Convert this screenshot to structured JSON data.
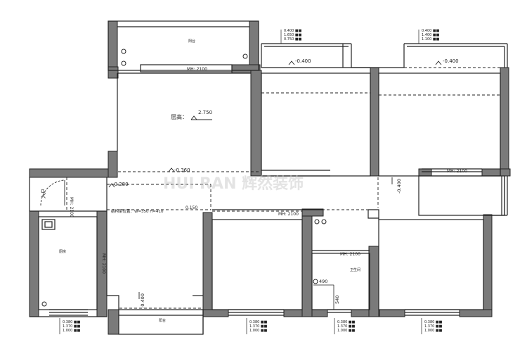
{
  "watermark": "HUI RAN 辉然装饰",
  "labels": {
    "ceiling_height": "层高：",
    "ceiling_height_value": "2.750",
    "level_dining": "-0.360",
    "level_hall": "-0.280",
    "level_bal_mid": "-0.400",
    "level_bal_right": "-0.400",
    "level_mid_hall": "0.150",
    "level_kitchen": "-0.400",
    "level_corridor": "-0.400",
    "window_above_left": "MH: 2100",
    "window_right_small": "MH: 2100",
    "window_bed_mid": "MH: 2100",
    "window_bath": "MH: 2100",
    "window_entry": "MH: 2100",
    "window_living_side": "MH: 2100",
    "beam_note": "结构梁位置：W=350 H=410",
    "dim_490": "490",
    "dim_540": "540",
    "entry_label": "入户",
    "kitchen_small": "厨房",
    "room_tag_1": "阳台",
    "room_tag_2": "阳台",
    "room_tag_3": "卫生间"
  },
  "elevation_groups": {
    "top_mid": [
      "0.400 ■■",
      "1.650 ■■",
      "0.750 ■■"
    ],
    "top_right": [
      "0.400 ■■",
      "1.400 ■■",
      "1.100 ■■"
    ],
    "bot_left": [
      "0.380 ■■",
      "1.370 ■■",
      "1.000 ■■"
    ],
    "bot_mid": [
      "0.380 ■■",
      "1.370 ■■",
      "1.000 ■■"
    ],
    "bot_bath": [
      "0.380 ■■",
      "1.370 ■■",
      "1.000 ■■"
    ],
    "bot_right": [
      "0.380 ■■",
      "1.370 ■■",
      "1.000 ■■"
    ]
  }
}
